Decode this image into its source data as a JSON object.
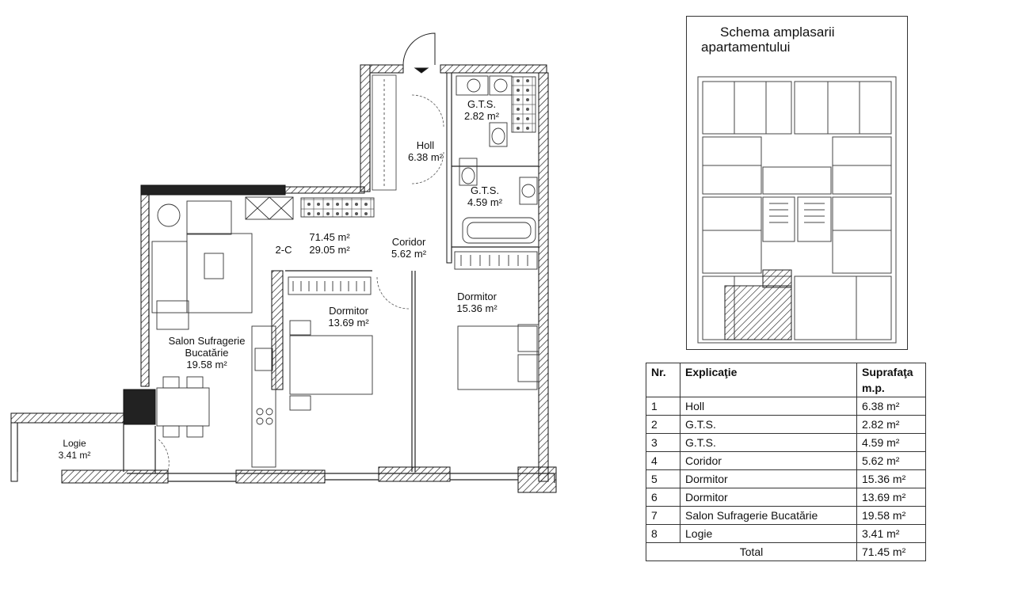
{
  "apartment": {
    "code": "2-C",
    "total_area": "71.45 m²",
    "living_area": "29.05 m²"
  },
  "rooms": [
    {
      "name": "Holl",
      "area": "6.38 m²"
    },
    {
      "name": "G.T.S.",
      "area": "2.82 m²"
    },
    {
      "name": "G.T.S.",
      "area": "4.59 m²"
    },
    {
      "name": "Coridor",
      "area": "5.62 m²"
    },
    {
      "name": "Dormitor",
      "area": "13.69 m²"
    },
    {
      "name": "Dormitor",
      "area": "15.36 m²"
    },
    {
      "name": "Salon Sufragerie",
      "name2": "Bucatărie",
      "area": "19.58 m²"
    },
    {
      "name": "Logie",
      "area": "3.41 m²"
    }
  ],
  "site_plan": {
    "title_line1": "Schema amplasarii",
    "title_line2": "apartamentului"
  },
  "legend": {
    "headers": {
      "nr": "Nr.",
      "explicatie": "Explicaţie",
      "suprafata_1": "Suprafaţa",
      "suprafata_2": "m.p."
    },
    "rows": [
      {
        "nr": "1",
        "desc": "Holl",
        "area": "6.38 m²"
      },
      {
        "nr": "2",
        "desc": "G.T.S.",
        "area": "2.82 m²"
      },
      {
        "nr": "3",
        "desc": "G.T.S.",
        "area": "4.59 m²"
      },
      {
        "nr": "4",
        "desc": "Coridor",
        "area": "5.62 m²"
      },
      {
        "nr": "5",
        "desc": "Dormitor",
        "area": "15.36 m²"
      },
      {
        "nr": "6",
        "desc": "Dormitor",
        "area": "13.69 m²"
      },
      {
        "nr": "7",
        "desc": "Salon Sufragerie Bucatărie",
        "area": "19.58 m²"
      },
      {
        "nr": "8",
        "desc": "Logie",
        "area": "3.41 m²"
      }
    ],
    "total_label": "Total",
    "total_value": "71.45 m²"
  }
}
